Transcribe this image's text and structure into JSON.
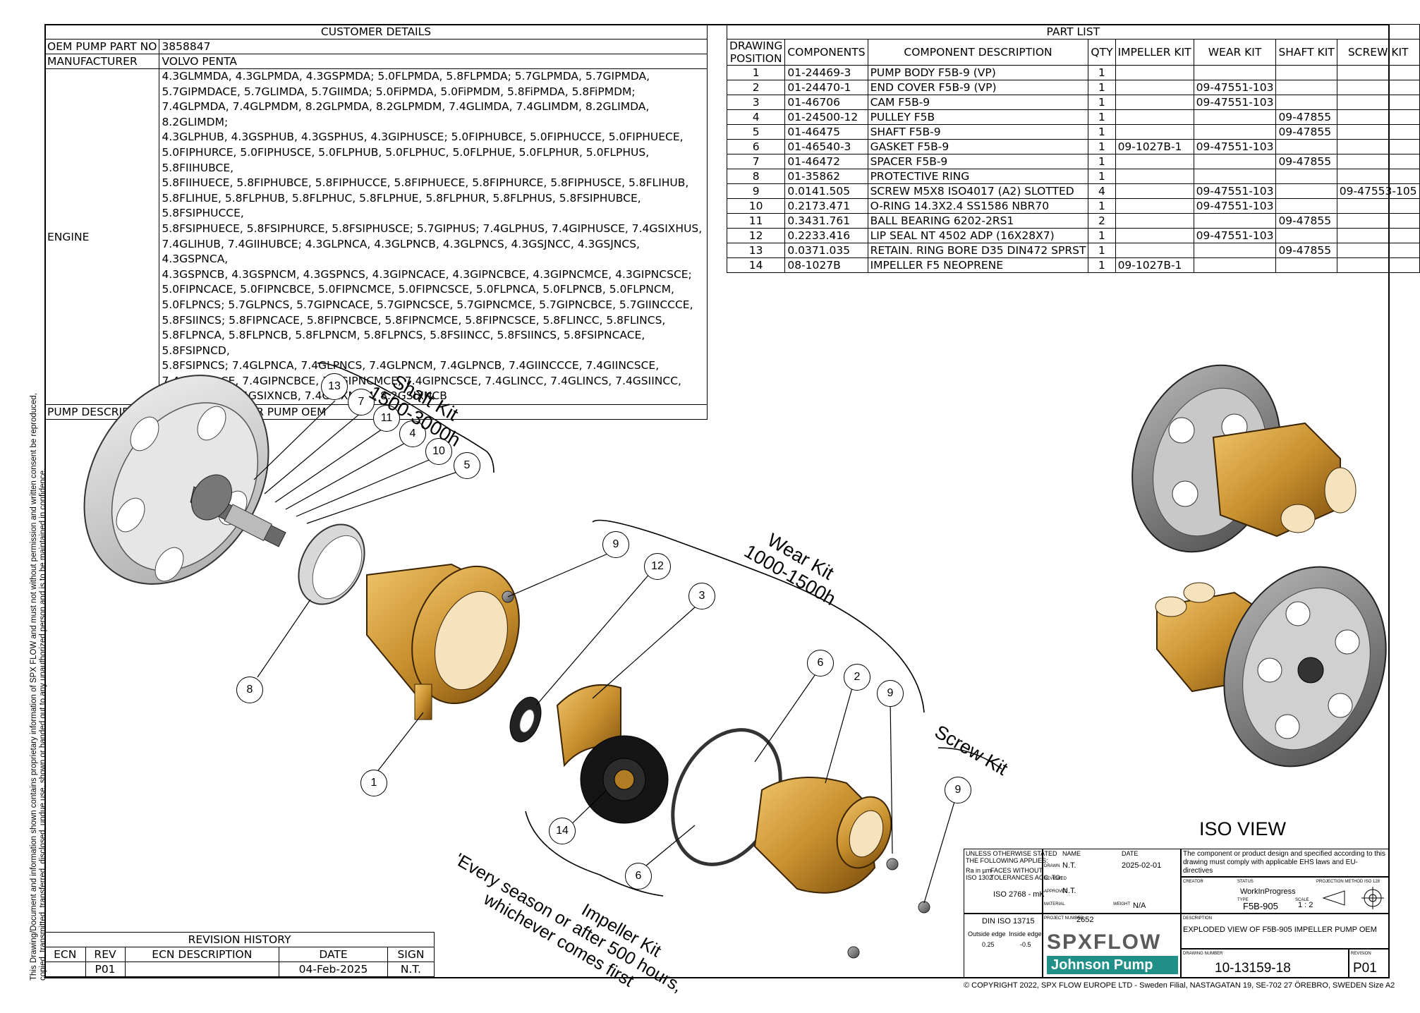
{
  "customer": {
    "title": "CUSTOMER DETAILS",
    "oem_label": "OEM PUMP PART NO",
    "oem_value": "3858847",
    "manufacturer_label": "MANUFACTURER",
    "manufacturer_value": "VOLVO PENTA",
    "engine_label": "ENGINE",
    "engine_lines": [
      "4.3GLMMDA, 4.3GLPMDA, 4.3GSPMDA;  5.0FLPMDA, 5.8FLPMDA;  5.7GLPMDA, 5.7GIPMDA,",
      "5.7GIPMDACE, 5.7GLIMDA, 5.7GIIMDA; 5.0FiPMDA, 5.0FiPMDM, 5.8FiPMDA, 5.8FiPMDM;",
      "7.4GLPMDA, 7.4GLPMDM, 8.2GLPMDA, 8.2GLPMDM, 7.4GLIMDA, 7.4GLIMDM, 8.2GLIMDA, 8.2GLIMDM;",
      "4.3GLPHUB, 4.3GSPHUB, 4.3GSPHUS, 4.3GIPHUSCE;  5.0FIPHUBCE, 5.0FIPHUCCE, 5.0FIPHUECE,",
      "5.0FIPHURCE, 5.0FIPHUSCE, 5.0FLPHUB, 5.0FLPHUC, 5.0FLPHUE, 5.0FLPHUR, 5.0FLPHUS, 5.8FIIHUBCE,",
      "5.8FIIHUECE, 5.8FIPHUBCE, 5.8FIPHUCCE, 5.8FIPHUECE, 5.8FIPHURCE, 5.8FIPHUSCE, 5.8FLIHUB,",
      "5.8FLIHUE, 5.8FLPHUB, 5.8FLPHUC, 5.8FLPHUE, 5.8FLPHUR, 5.8FLPHUS, 5.8FSIPHUBCE, 5.8FSIPHUCCE,",
      "5.8FSIPHUECE, 5.8FSIPHURCE, 5.8FSIPHUSCE; 5.7GIPHUS; 7.4GLPHUS, 7.4GIPHUSCE, 7.4GSIXHUS,",
      "7.4GLIHUB, 7.4GIIHUBCE;  4.3GLPNCA, 4.3GLPNCB, 4.3GLPNCS, 4.3GSJNCC, 4.3GSJNCS, 4.3GSPNCA,",
      "4.3GSPNCB, 4.3GSPNCM, 4.3GSPNCS, 4.3GIPNCACE, 4.3GIPNCBCE, 4.3GIPNCMCE, 4.3GIPNCSCE;",
      "5.0FIPNCACE, 5.0FIPNCBCE, 5.0FIPNCMCE, 5.0FIPNCSCE, 5.0FLPNCA, 5.0FLPNCB, 5.0FLPNCM,",
      "5.0FLPNCS;  5.7GLPNCS, 5.7GIPNCACE, 5.7GIPNCSCE, 5.7GIPNCMCE, 5.7GIPNCBCE, 5.7GIINCCCE,",
      "5.8FSIINCS; 5.8FIPNCACE, 5.8FIPNCBCE, 5.8FIPNCMCE, 5.8FIPNCSCE, 5.8FLINCC, 5.8FLINCS,",
      "5.8FLPNCA, 5.8FLPNCB, 5.8FLPNCM, 5.8FLPNCS, 5.8FSIINCC, 5.8FSIINCS, 5.8FSIPNCACE, 5.8FSIPNCD,",
      "5.8FSIPNCS;  7.4GLPNCA, 7.4GLPNCS, 7.4GLPNCM, 7.4GLPNCB, 7.4GIINCCCE, 7.4GIINCSCE,",
      "7.4GIPNCACE, 7.4GIPNCBCE, 7.4GIPNCMCE, 7.4GIPNCSCE, 7.4GLINCC, 7.4GLINCS, 7.4GSIINCC,",
      "7.4GSIINCS, 7.4GSIXNCB, 7.4GSIXNCM, 8.2GSIXNCB"
    ],
    "pump_desc_label": "PUMP DESCRIPTION",
    "pump_desc_value": "F5B-905 IMPELLER PUMP OEM"
  },
  "part_list": {
    "title": "PART LIST",
    "headers": [
      "DRAWING POSITION",
      "COMPONENTS",
      "COMPONENT DESCRIPTION",
      "QTY",
      "IMPELLER KIT",
      "WEAR KIT",
      "SHAFT KIT",
      "SCREW KIT"
    ],
    "rows": [
      [
        "1",
        "01-24469-3",
        "PUMP BODY F5B-9 (VP)",
        "1",
        "",
        "",
        "",
        ""
      ],
      [
        "2",
        "01-24470-1",
        "END COVER F5B-9 (VP)",
        "1",
        "",
        "09-47551-103",
        "",
        ""
      ],
      [
        "3",
        "01-46706",
        "CAM F5B-9",
        "1",
        "",
        "09-47551-103",
        "",
        ""
      ],
      [
        "4",
        "01-24500-12",
        "PULLEY F5B",
        "1",
        "",
        "",
        "09-47855",
        ""
      ],
      [
        "5",
        "01-46475",
        "SHAFT F5B-9",
        "1",
        "",
        "",
        "09-47855",
        ""
      ],
      [
        "6",
        "01-46540-3",
        "GASKET F5B-9",
        "1",
        "09-1027B-1",
        "09-47551-103",
        "",
        ""
      ],
      [
        "7",
        "01-46472",
        "SPACER F5B-9",
        "1",
        "",
        "",
        "09-47855",
        ""
      ],
      [
        "8",
        "01-35862",
        "PROTECTIVE RING",
        "1",
        "",
        "",
        "",
        ""
      ],
      [
        "9",
        "0.0141.505",
        "SCREW M5X8 ISO4017 (A2) SLOTTED",
        "4",
        "",
        "09-47551-103",
        "",
        "09-47553-105"
      ],
      [
        "10",
        "0.2173.471",
        "O-RING 14.3X2.4 SS1586 NBR70",
        "1",
        "",
        "09-47551-103",
        "",
        ""
      ],
      [
        "11",
        "0.3431.761",
        "BALL BEARING 6202-2RS1",
        "2",
        "",
        "",
        "09-47855",
        ""
      ],
      [
        "12",
        "0.2233.416",
        "LIP SEAL NT 4502 ADP (16X28X7)",
        "1",
        "",
        "09-47551-103",
        "",
        ""
      ],
      [
        "13",
        "0.0371.035",
        "RETAIN. RING BORE D35 DIN472 SPRST",
        "1",
        "",
        "",
        "09-47855",
        ""
      ],
      [
        "14",
        "08-1027B",
        "IMPELLER F5 NEOPRENE",
        "1",
        "09-1027B-1",
        "",
        "",
        ""
      ]
    ]
  },
  "revision": {
    "title": "REVISION HISTORY",
    "headers": [
      "ECN",
      "REV",
      "ECN DESCRIPTION",
      "DATE",
      "SIGN"
    ],
    "row": [
      "",
      "P01",
      "",
      "04-Feb-2025",
      "N.T."
    ]
  },
  "callouts": [
    "1",
    "2",
    "3",
    "4",
    "5",
    "6",
    "6",
    "7",
    "8",
    "9",
    "9",
    "9",
    "10",
    "11",
    "12",
    "13",
    "14"
  ],
  "kit_labels": {
    "shaft_title": "Shaft Kit",
    "shaft_hours": "1500-3000h",
    "wear_title": "Wear Kit",
    "wear_hours": "1000-1500h",
    "screw_title": "Screw Kit",
    "impeller_title": "Impeller Kit",
    "impeller_note1": "'Every season or after 500 hours,",
    "impeller_note2": "whichever comes first"
  },
  "iso_view_label": "ISO VIEW",
  "title_block": {
    "unless": "UNLESS OTHERWISE STATED",
    "following": "THE FOLLOWING APPLIES:",
    "ra": "Ra in µm",
    "iso1302": "ISO 1302",
    "faces": "FACES WITHOUT",
    "tolerances": "TOLERANCES ACC. TO:",
    "iso2768": "ISO 2768 - mK",
    "din": "DIN ISO 13715",
    "outside_edge": "Outside edge",
    "inside_edge": "Inside edge",
    "outside_val": "0.25",
    "inside_val": "-0.5",
    "name_label": "NAME",
    "date_label": "DATE",
    "drawn_label": "DRAWN",
    "drawn_name": "N.T.",
    "drawn_date": "2025-02-01",
    "reviewed_label": "REVIEWED",
    "approved_label": "APPROVED",
    "approved_name": "N.T.",
    "material_label": "MATERIAL",
    "weight_label": "WEIGHT",
    "weight_value": "N/A",
    "notice": "The component or product design and specified according to this drawing must comply with applicable EHS laws and EU-directives",
    "creator_label": "CREATOR",
    "status_label": "STATUS",
    "status_value": "WorkInProgress",
    "projection_label": "PROJECTION METHOD ISO 128",
    "type_label": "TYPE",
    "type_value": "F5B-905",
    "scale_label": "SCALE",
    "scale_value": "1 : 2",
    "project_label": "PROJECT NUMBER",
    "project_value": "2652",
    "description_label": "DESCRIPTION",
    "description_value": "EXPLODED VIEW OF F5B-905 IMPELLER PUMP OEM",
    "logo_top": "SPXFLOW",
    "logo_bottom": "Johnson Pump",
    "drawing_number_label": "DRAWING NUMBER",
    "drawing_number": "10-13159-18",
    "revision_label": "REVISION",
    "revision_value": "P01",
    "copyright": "© COPYRIGHT 2022, SPX FLOW EUROPE LTD - Sweden Filial, NASTAGATAN 19, SE-702 27 ÖREBRO, SWEDEN",
    "size": "Size  A2"
  },
  "side_note": {
    "line1": "This Drawing/Document and information shown contains proprietary information of SPX FLOW and must not without permission and written consent be reproduced,",
    "line2": "copied, transmitted, transferred, disclosed, undue use, shown or handed out to any unauthorized person and is to be maintained in confidence."
  },
  "colors": {
    "bronze": "#c8902e",
    "bronze_dark": "#8a5a10",
    "grey": "#9a9a9a",
    "grey_light": "#dedede"
  }
}
